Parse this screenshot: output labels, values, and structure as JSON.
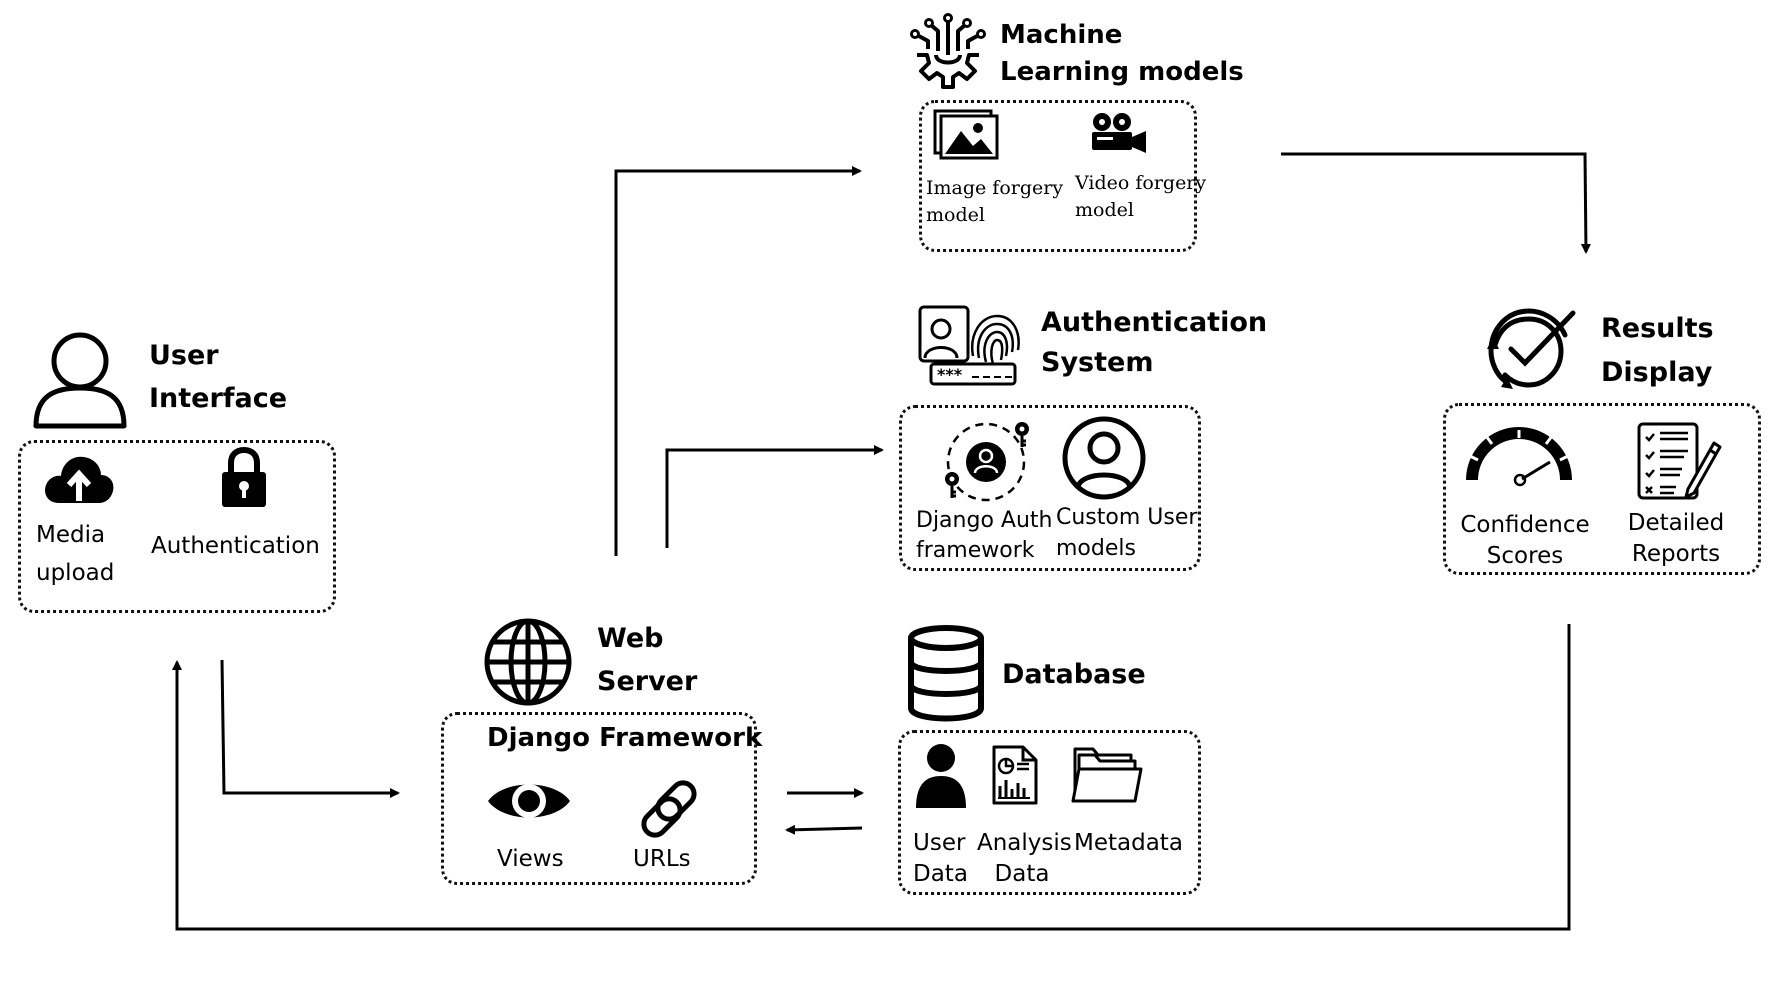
{
  "user_interface": {
    "title_line1": "User",
    "title_line2": "Interface",
    "items": [
      {
        "label_line1": "Media",
        "label_line2": "upload",
        "icon": "cloud-upload-icon"
      },
      {
        "label_line1": "Authentication",
        "icon": "padlock-icon"
      }
    ]
  },
  "web_server": {
    "title_line1": "Web",
    "title_line2": "Server",
    "subtitle": "Django Framework",
    "items": [
      {
        "label": "Views",
        "icon": "eye-icon"
      },
      {
        "label": "URLs",
        "icon": "link-icon"
      }
    ]
  },
  "ml_models": {
    "title_line1": "Machine",
    "title_line2": "Learning models",
    "items": [
      {
        "label_line1": "Image forgery",
        "label_line2": "model",
        "icon": "image-icon"
      },
      {
        "label_line1": "Video forgery",
        "label_line2": "model",
        "icon": "video-camera-icon"
      }
    ]
  },
  "auth_system": {
    "title_line1": "Authentication",
    "title_line2": "System",
    "items": [
      {
        "label_line1": "Django Auth",
        "label_line2": "framework",
        "icon": "user-keys-icon"
      },
      {
        "label_line1": "Custom User",
        "label_line2": "models",
        "icon": "user-circle-icon"
      }
    ]
  },
  "database": {
    "title": "Database",
    "items": [
      {
        "label_line1": "User",
        "label_line2": "Data",
        "icon": "person-icon"
      },
      {
        "label_line1": "Analysis",
        "label_line2": "Data",
        "icon": "report-doc-icon"
      },
      {
        "label_line1": "Metadata",
        "icon": "folders-icon"
      }
    ]
  },
  "results_display": {
    "title_line1": "Results",
    "title_line2": "Display",
    "items": [
      {
        "label_line1": "Confidence",
        "label_line2": "Scores",
        "icon": "gauge-icon"
      },
      {
        "label_line1": "Detailed",
        "label_line2": "Reports",
        "icon": "checklist-pencil-icon"
      }
    ]
  }
}
